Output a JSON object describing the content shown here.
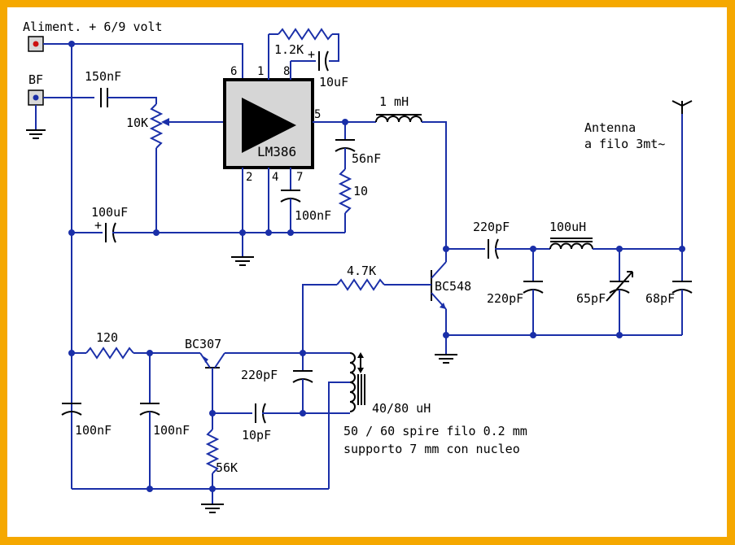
{
  "labels": {
    "supply": "Aliment. + 6/9 volt",
    "bf": "BF",
    "c150": "150nF",
    "pot10k": "10K",
    "c100uf": "100uF",
    "r1k2": "1.2K",
    "c10uf": "10uF",
    "ic": "LM386",
    "pin6": "6",
    "pin1": "1",
    "pin8": "8",
    "pin5": "5",
    "pin2": "2",
    "pin4": "4",
    "pin7": "7",
    "l1mh": "1 mH",
    "c56nf": "56nF",
    "r10": "10",
    "c100nf_ic": "100nF",
    "antenna1": "Antenna",
    "antenna2": "a filo 3mt~",
    "c220pf_top": "220pF",
    "l100uh": "100uH",
    "r4k7": "4.7K",
    "q2": "BC548",
    "c220pf_mid": "220pF",
    "c65pf": "65pF",
    "c68pf": "68pF",
    "r120": "120",
    "q1": "BC307",
    "c220pf_osc": "220pF",
    "coil": "40/80 uH",
    "c10pf": "10pF",
    "c100nf_a": "100nF",
    "c100nf_b": "100nF",
    "r56k": "56K",
    "note1": "50 / 60 spire filo 0.2 mm",
    "note2": "supporto 7 mm con nucleo"
  },
  "colors": {
    "border": "#f5a800",
    "wire": "#1a2fa8",
    "terminal_red": "#cc1111",
    "terminal_blue": "#1a2fa8"
  }
}
